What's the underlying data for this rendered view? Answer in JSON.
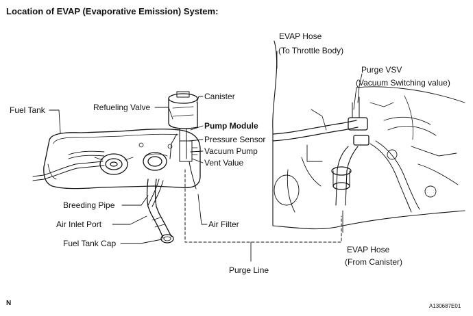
{
  "title": "Location of EVAP (Evaporative Emission) System:",
  "labels": {
    "fuel_tank": "Fuel Tank",
    "refueling_valve": "Refueling Valve",
    "canister": "Canister",
    "pump_module": "Pump Module",
    "pressure_sensor": "Pressure Sensor",
    "vacuum_pump": "Vacuum Pump",
    "vent_value": "Vent Value",
    "breeding_pipe": "Breeding Pipe",
    "air_inlet_port": "Air Inlet Port",
    "fuel_tank_cap": "Fuel Tank Cap",
    "air_filter": "Air Filter",
    "purge_line": "Purge Line",
    "evap_hose_top": "EVAP Hose",
    "to_throttle_body": "(To Throttle Body)",
    "purge_vsv": "Purge VSV",
    "vacuum_switching_value": "(Vacuum Switching value)",
    "evap_hose_bottom": "EVAP Hose",
    "from_canister": "(From Canister)"
  },
  "footer": {
    "orientation": "N",
    "figure_code": "A130687E01"
  }
}
